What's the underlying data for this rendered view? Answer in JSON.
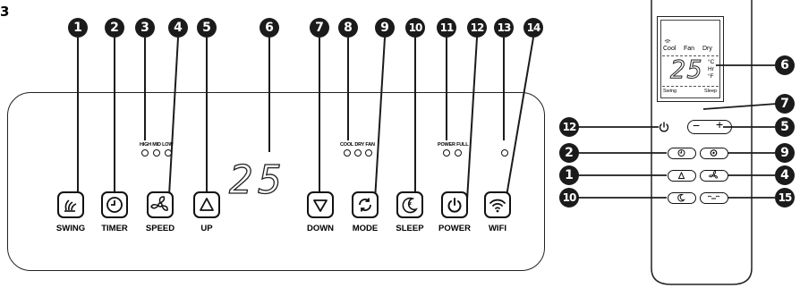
{
  "figure_label": "3",
  "panel": {
    "buttons": [
      {
        "id": 1,
        "label": "SWING"
      },
      {
        "id": 2,
        "label": "TIMER"
      },
      {
        "id": 4,
        "label": "SPEED"
      },
      {
        "id": 5,
        "label": "UP"
      },
      {
        "id": 7,
        "label": "DOWN"
      },
      {
        "id": 9,
        "label": "MODE"
      },
      {
        "id": 10,
        "label": "SLEEP"
      },
      {
        "id": 12,
        "label": "POWER"
      },
      {
        "id": 14,
        "label": "WIFI"
      }
    ],
    "speed_leds": {
      "label": "HIGH MID LOW"
    },
    "mode_leds": {
      "label": "COOL DRY FAN"
    },
    "power_leds": {
      "label": "POWER FULL"
    },
    "display_value": "25",
    "callouts": [
      "1",
      "2",
      "3",
      "4",
      "5",
      "6",
      "7",
      "8",
      "9",
      "10",
      "11",
      "12",
      "13",
      "14"
    ]
  },
  "remote": {
    "lcd": {
      "modes": [
        "Cool",
        "Fan",
        "Dry"
      ],
      "value": "25",
      "units": [
        "°C",
        "Hr",
        "°F"
      ],
      "bottom_left": "Swing",
      "bottom_right": "Sleep"
    },
    "minus": "−",
    "plus": "+",
    "callouts": [
      "6",
      "7",
      "5",
      "12",
      "2",
      "9",
      "1",
      "4",
      "10",
      "15"
    ]
  },
  "colors": {
    "ink": "#111111",
    "callout_bg": "#1b1b1b",
    "callout_fg": "#ffffff"
  }
}
